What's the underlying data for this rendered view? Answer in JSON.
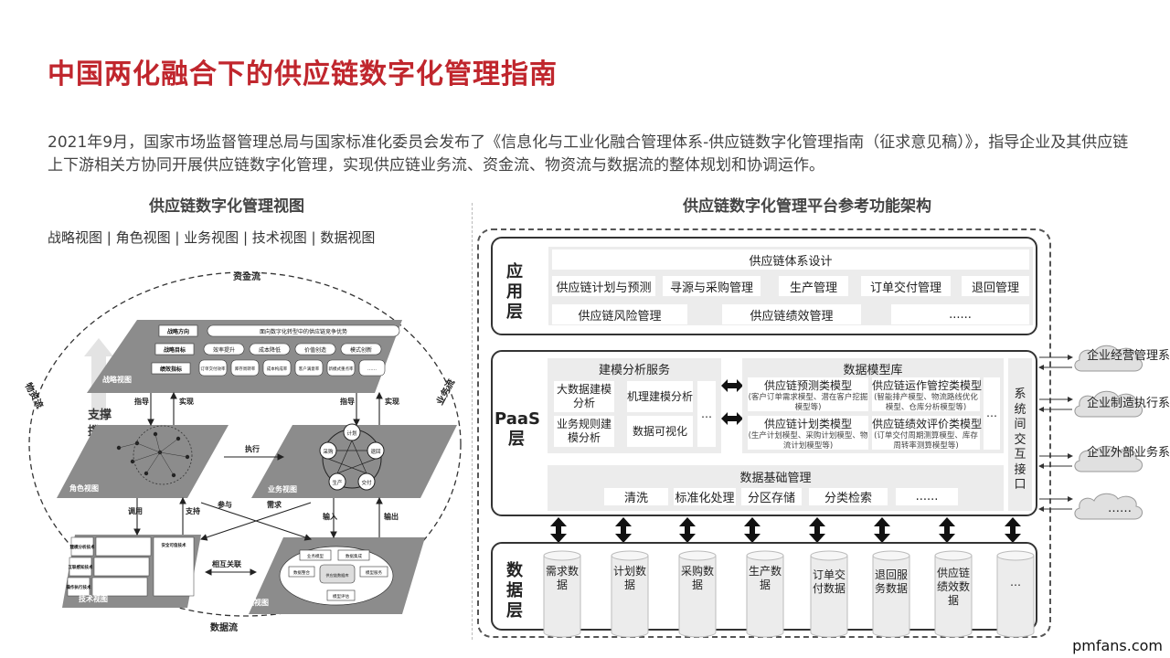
{
  "title": "中国两化融合下的供应链数字化管理指南",
  "intro": "2021年9月，国家市场监督管理总局与国家标准化委员会发布了《信息化与工业化融合管理体系-供应链数字化管理指南（征求意见稿）》，指导企业及其供应链上下游相关方协同开展供应链数字化管理，实现供应链业务流、资金流、物资流与数据流的整体规划和协调运作。",
  "left": {
    "title": "供应链数字化管理视图",
    "views": "战略视图 | 角色视图 | 业务视图 | 技术视图 | 数据视图",
    "diagram": {
      "flows": {
        "top": "资金流",
        "left": "物资流",
        "right": "业务流",
        "bottom": "数据流"
      },
      "support": "支撑",
      "strategy": {
        "name": "战略视图",
        "direction": "战略方向",
        "goal": "战略目标",
        "kpi": "绩效指标",
        "direction_text": "面向数字化转型中的供应链竞争优势",
        "goals": [
          "效率提升",
          "成本降低",
          "价值创造",
          "模式创新"
        ],
        "kpis": [
          "订单交付效率",
          "库存周转率",
          "成本构成率",
          "客户满意率",
          "新模式重点率",
          "……"
        ]
      },
      "role": {
        "name": "角色视图"
      },
      "business": {
        "name": "业务视图",
        "nodes": [
          "计划",
          "采购",
          "退回",
          "生产",
          "交付"
        ]
      },
      "tech": {
        "name": "技术视图",
        "rows": [
          "建模分析技术",
          "互联感知技术",
          "操作执行技术"
        ],
        "side": "安全可信技术"
      },
      "data": {
        "name": "数据视图",
        "items": [
          "业务模型",
          "数据集成",
          "数据整合",
          "供应链数据库",
          "模型服务",
          "模型评估"
        ]
      },
      "arrows": {
        "guide": "指导",
        "realize": "实现",
        "exec": "执行",
        "call": "调用",
        "support": "支持",
        "participate": "参与",
        "demand": "需求",
        "input": "输入",
        "output": "输出",
        "mutual": "相互关联"
      }
    }
  },
  "right": {
    "title": "供应链数字化管理平台参考功能架构",
    "app": {
      "label": "应用层",
      "system_design": "供应链体系设计",
      "row1": [
        "供应链计划与预测",
        "寻源与采购管理",
        "生产管理",
        "订单交付管理",
        "退回管理"
      ],
      "row2": [
        "供应链风险管理",
        "供应链绩效管理",
        "......"
      ]
    },
    "paas": {
      "label": "PaaS层",
      "modeling": {
        "title": "建模分析服务",
        "items": [
          "大数据建模分析",
          "机理建模分析",
          "业务规则建模分析",
          "数据可视化"
        ],
        "more": "…"
      },
      "models": {
        "title": "数据模型库",
        "items": [
          {
            "name": "供应链预测类模型",
            "desc": "(客户订单需求模型、潜在客户挖掘模型等)"
          },
          {
            "name": "供应链运作管控类模型",
            "desc": "(智能排产模型、物流路线优化模型、仓库分析模型等)"
          },
          {
            "name": "供应链计划类模型",
            "desc": "(生产计划模型、采购计划模型、物流计划模型等)"
          },
          {
            "name": "供应链绩效评价类模型",
            "desc": "(订单交付周期测算模型、库存周转率测算模型等)"
          }
        ],
        "more": "…"
      },
      "basic": {
        "title": "数据基础管理",
        "items": [
          "清洗",
          "标准化处理",
          "分区存储",
          "分类检索",
          "......"
        ]
      },
      "interface": "系统间交互接口"
    },
    "data": {
      "label": "数据层",
      "items": [
        "需求数据",
        "计划数据",
        "采购数据",
        "生产数据",
        "订单交付数据",
        "退回服务数据",
        "供应链绩效数据",
        "…"
      ]
    },
    "external": [
      "企业经营管理系统",
      "企业制造执行系统",
      "企业外部业务系统",
      "……"
    ]
  },
  "watermark": "pmfans.com"
}
